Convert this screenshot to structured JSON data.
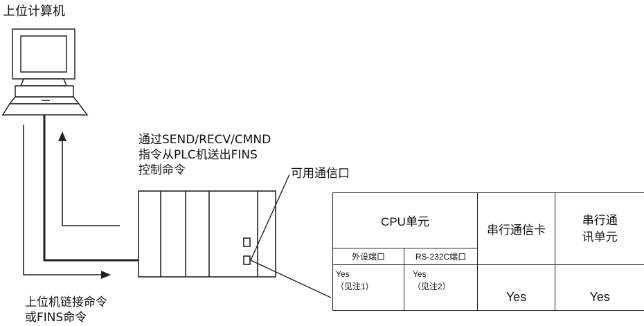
{
  "host_label": "上位计算机",
  "send_command_label": [
    "通过SEND/RECV/CMND",
    "指令从PLC机送出FINS",
    "控制命令"
  ],
  "available_port_label": "可用通信口",
  "host_command_label": [
    "上位机链接命令",
    "或FINS命令"
  ],
  "table": {
    "cpu_unit": "CPU单元",
    "serial_board": "串行通信卡",
    "serial_unit": [
      "串行通",
      "讯单元"
    ],
    "peripheral_port": "外设端口",
    "rs232c_port": "RS-232C端口",
    "peripheral_value": [
      "Yes",
      "（见注1）"
    ],
    "rs232c_value": [
      "Yes",
      "（见注2）"
    ],
    "serial_board_value": "Yes",
    "serial_unit_value": "Yes"
  }
}
